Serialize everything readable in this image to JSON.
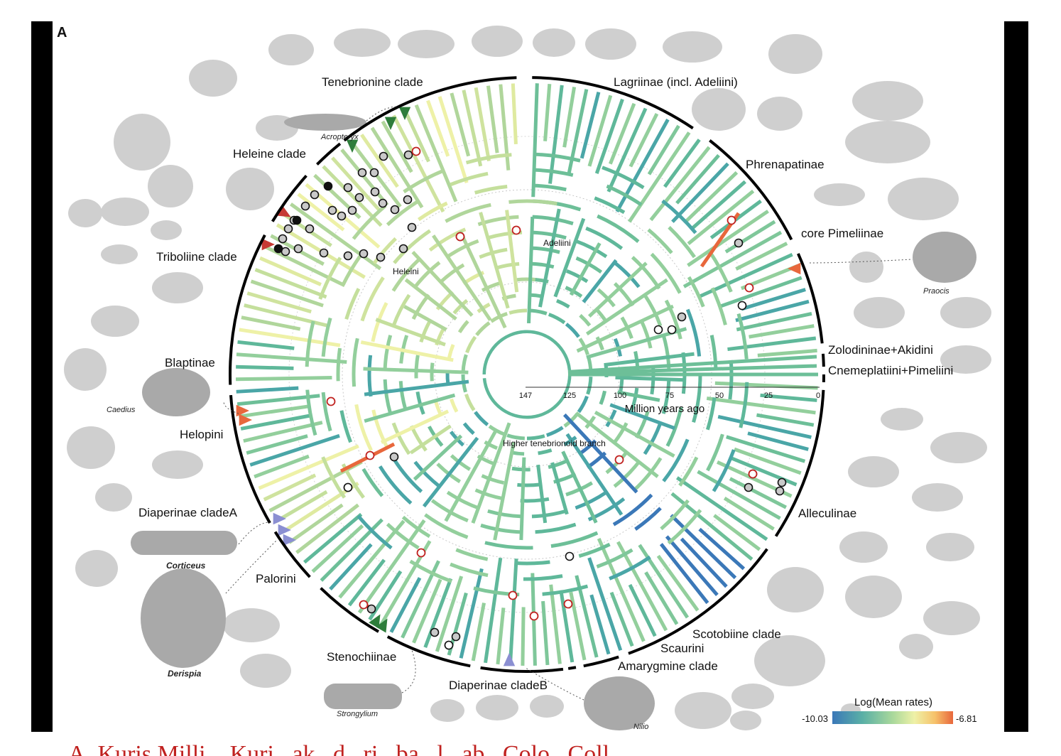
{
  "panel_label": "A",
  "clades": {
    "tenebrionine": "Tenebrionine clade",
    "lagriinae": "Lagriinae (incl. Adeliini)",
    "phrenapatinae": "Phrenapatinae",
    "core_pimeliinae": "core Pimeliinae",
    "zolodininae": "Zolodininae+Akidini",
    "cnemeplatiini": "Cnemeplatiini+Pimeliini",
    "heleine": "Heleine clade",
    "triboliine": "Triboliine clade",
    "blaptinae": "Blaptinae",
    "helopini": "Helopini",
    "diaperinae_a": "Diaperinae cladeA",
    "palorini": "Palorini",
    "stenochiinae": "Stenochiinae",
    "diaperinae_b": "Diaperinae cladeB",
    "amarygmine": "Amarygmine clade",
    "scaurini": "Scaurini",
    "scotobiine": "Scotobiine clade",
    "alleculinae": "Alleculinae"
  },
  "inner_labels": {
    "heleini": "Heleini",
    "adeliini": "Adeliini",
    "higher_branch": "Higher tenebrionoid branch"
  },
  "species": {
    "acropteryx": "Acropteryx",
    "praocis": "Praocis",
    "caedius": "Caedius",
    "corticeus": "Corticeus",
    "derispia": "Derispia",
    "strongylium": "Strongylium",
    "nilio": "Nilio"
  },
  "time_axis": {
    "title": "Million years ago",
    "ticks": [
      "147",
      "125",
      "100",
      "75",
      "50",
      "25",
      "0"
    ],
    "tick_values": [
      147,
      125,
      100,
      75,
      50,
      25,
      0
    ]
  },
  "legend": {
    "title": "Log(Mean rates)",
    "min_label": "-10.03",
    "max_label": "-6.81",
    "min": -10.03,
    "max": -6.81,
    "colors": [
      "#3b78b8",
      "#5ab0a6",
      "#9fd39a",
      "#eef1a7",
      "#f6c26b",
      "#e8673c"
    ]
  },
  "caption_text": "A. Kuris Milli...                 Kuri...ak...d...ri...ba...l...ab...Colo...Coll...",
  "colors": {
    "branch_default": "#5fb89a",
    "frame": "#000000",
    "silhouette": "#cfcfcf",
    "silhouette_dark": "#a8a8a8"
  }
}
